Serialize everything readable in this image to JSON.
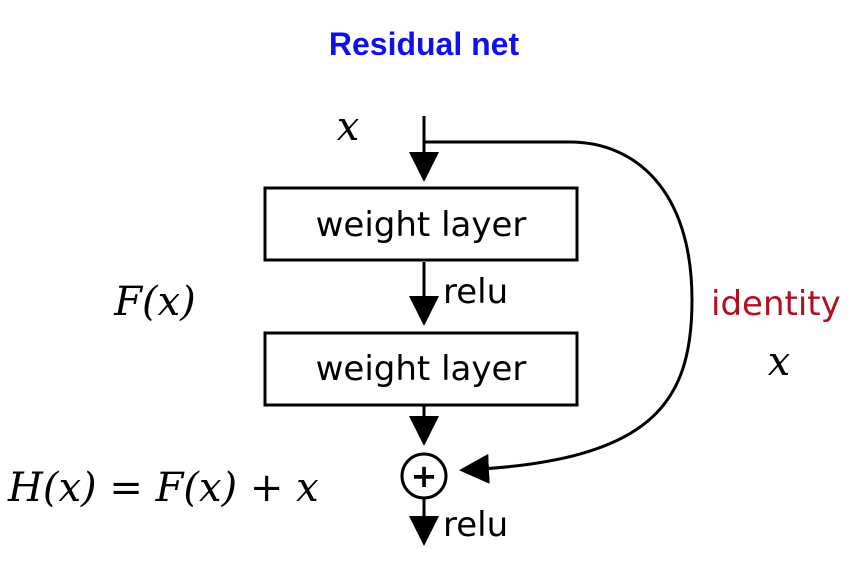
{
  "title": "Residual net",
  "input_label": "x",
  "block_label": "F(x)",
  "layers": [
    {
      "label": "weight layer"
    },
    {
      "label": "weight layer"
    }
  ],
  "activation_label": "relu",
  "output_activation_label": "relu",
  "shortcut": {
    "label": "identity",
    "variable": "x"
  },
  "equation": "H(x) = F(x) + x",
  "sum_symbol": "+",
  "colors": {
    "title": "#1010e8",
    "identity": "#b01020",
    "stroke": "#000000",
    "text": "#000000"
  }
}
